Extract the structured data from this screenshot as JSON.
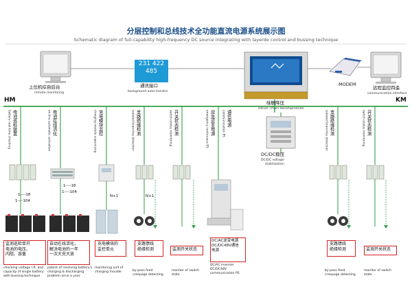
{
  "header": {
    "title": "分层控制和总线技术全功能直流电源系统展示图",
    "subtitle": "Schematic diagram of full-capability high-frequency DC source integrating with layerde control and bussing technique"
  },
  "bus": {
    "left_label": "HM",
    "right_label": "KM"
  },
  "top": {
    "remote_monitor_cn": "上位机综自后台",
    "remote_monitor_en": "remote monitoring",
    "interface_code_1": "231 422",
    "interface_code_2": "485",
    "background_cn": "通讯接口",
    "background_en": "background auto-monitor",
    "modem_label": "MODEM",
    "remote_interface_cn": "远程监控四遥",
    "remote_interface_en": "communication interface"
  },
  "silicon": {
    "cn": "硅联降压",
    "en": "silicon--chain decompression"
  },
  "dcdc_stab": {
    "cn": "DC/DC稳压",
    "en_1": "DC/DC voltage",
    "en_2": "stabilization"
  },
  "columns": {
    "c1_cn": "电池巡检装置",
    "c1_en": "battery real-time checking",
    "c2_cn": "电池在线活化",
    "c2_en": "on-line automatic activation",
    "c3_cn": "充电模块监控",
    "c3_en": "charging module supervising",
    "c4_cn": "支路绝缘检测",
    "c4_en": "isolated branches detection",
    "c5_cn": "开关状态检测",
    "c5_en": "switch-status monitoring",
    "c6_cn": "应急逆变电源",
    "c6_en": "emergency continuous PS",
    "c7_cn": "通信电源",
    "c7_en": "communication PS",
    "c8_cn": "支路绝缘检测",
    "c8_en": "isolated branches detection",
    "c9_cn": "开关状态检测",
    "c9_en": "switch-status monitoring"
  },
  "counts": {
    "a1": "1----18",
    "a2": "1----104",
    "b1": "1----18",
    "b2": "1----104",
    "n1": "N+1",
    "n2": "N+1"
  },
  "boxes": {
    "b1": "监测巡检单只\n电池的电压、\n内阻、容量",
    "b2": "自动在线活化，\n解决电池的一年\n一次大充大放",
    "b3": "充电模块的\n监控单元",
    "b4": "支路馈线\n绝缘检测",
    "b5": "监测开关状态",
    "b6": "DC/AC逆变电源\nDC/DC48V通信\n电源",
    "b7": "支路馈线\n绝缘检测",
    "b8": "监测开关状态"
  },
  "descriptions": {
    "d1": "checking voltage I.R, and\ncapacity of single battery\nwith bussing technique",
    "d2": "patent of resolving battery's\ncharging & discharging\nproblem once a year",
    "d3": "monitoring unit of\ncharging moudle",
    "d4": "by-pass feed\ncreepage detecting",
    "d5": "monitor of switch\nstate",
    "d6": "DC/AC inverser\nDC/DC48V\ncommunication PS",
    "d7": "by-pass feed\ncreepage detecting",
    "d8": "monitor of switch\nstate"
  },
  "colors": {
    "bus_green": "#2f9e44",
    "box_red": "#d42020",
    "accent_blue": "#1e9ad6"
  }
}
